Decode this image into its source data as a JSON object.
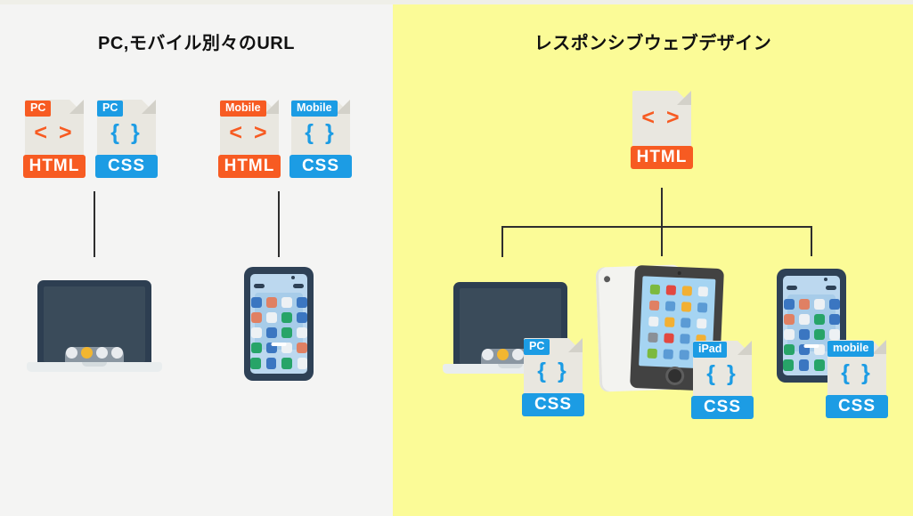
{
  "panels": {
    "left": {
      "title": "PC,モバイル別々のURL",
      "bg": "#f4f4f3"
    },
    "right": {
      "title": "レスポンシブウェブデザイン",
      "bg": "#fbfb97"
    }
  },
  "colors": {
    "html_orange": "#f75b22",
    "css_blue": "#1c9ce4",
    "doc_paper": "#e9e7e0",
    "connector": "#2e2e2e",
    "yellow_bg": "#fbfb97"
  },
  "icons": {
    "html_pc": {
      "badge": "PC",
      "glyph": "< >",
      "label": "HTML"
    },
    "css_pc": {
      "badge": "PC",
      "glyph": "{ }",
      "label": "CSS"
    },
    "html_mobile": {
      "badge": "Mobile",
      "glyph": "< >",
      "label": "HTML"
    },
    "css_mobile": {
      "badge": "Mobile",
      "glyph": "{ }",
      "label": "CSS"
    },
    "html_main": {
      "glyph": "< >",
      "label": "HTML"
    },
    "css_pc_r": {
      "badge": "PC",
      "glyph": "{ }",
      "label": "CSS"
    },
    "css_ipad": {
      "badge": "iPad",
      "glyph": "{ }",
      "label": "CSS"
    },
    "css_mobile_r": {
      "badge": "mobile",
      "glyph": "{ }",
      "label": "CSS"
    }
  },
  "palette": {
    "blue": "#3b76c1",
    "sky": "#5b9bd5",
    "salmon": "#e08063",
    "white": "#edf1f4",
    "green": "#27a468",
    "red": "#e24840",
    "amber": "#f2b033",
    "gray": "#8a9097",
    "lime": "#7cb93e",
    "yellow": "#f2b630",
    "silver": "#e8ebee"
  },
  "devices": {
    "laptop_dots": [
      "silver",
      "yellow",
      "silver",
      "silver"
    ],
    "phone_grid": [
      [
        "blue",
        "salmon",
        "white",
        "blue"
      ],
      [
        "salmon",
        "white",
        "green",
        "blue"
      ],
      [
        "white",
        "blue",
        "green",
        "white"
      ],
      [
        "green",
        "blue",
        "white",
        "salmon"
      ]
    ],
    "phone_dock": [
      "green",
      "blue",
      "green",
      "white"
    ],
    "tablet_grid": [
      [
        "lime",
        "red",
        "amber",
        "white"
      ],
      [
        "salmon",
        "sky",
        "amber",
        "sky"
      ],
      [
        "white",
        "amber",
        "sky",
        "white"
      ],
      [
        "gray",
        "red",
        "sky",
        "amber"
      ],
      [
        "lime",
        "sky",
        "sky",
        "sky"
      ]
    ]
  }
}
